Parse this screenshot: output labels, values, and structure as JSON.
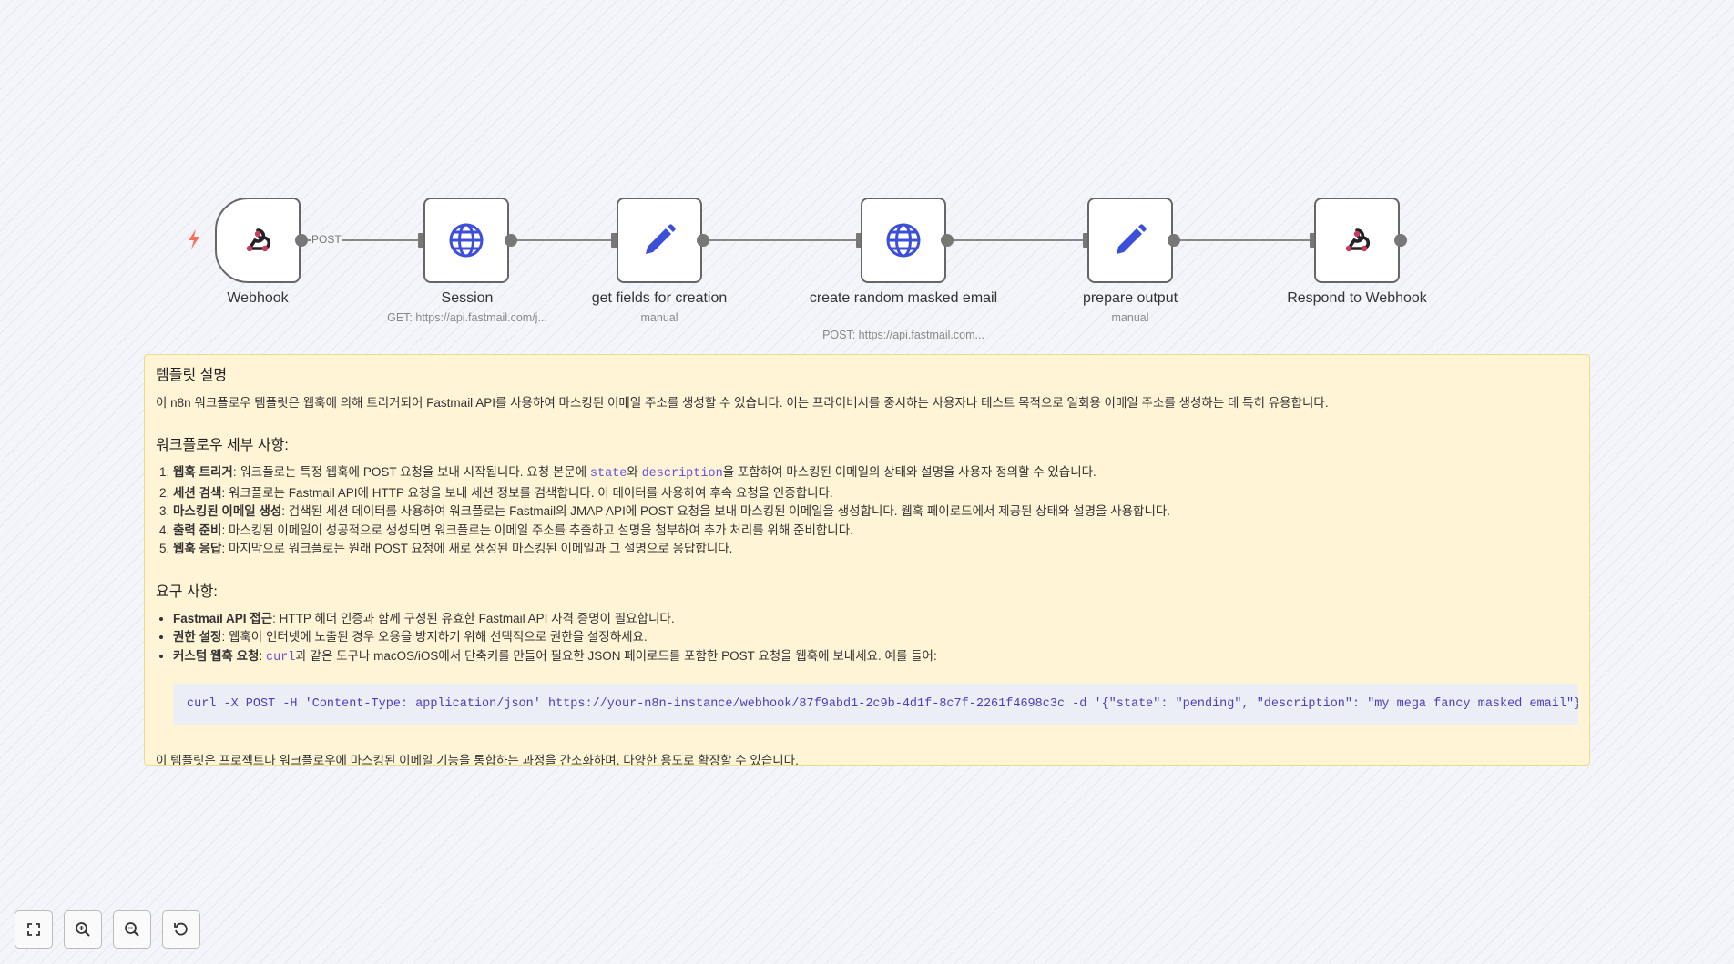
{
  "workflow": {
    "edge_label_post": "POST",
    "nodes": [
      {
        "title": "Webhook",
        "subtitle": "",
        "icon": "webhook-icon"
      },
      {
        "title": "Session",
        "subtitle": "GET: https://api.fastmail.com/j...",
        "icon": "globe-icon"
      },
      {
        "title": "get fields for creation",
        "subtitle": "manual",
        "icon": "pencil-icon"
      },
      {
        "title": "create random masked email",
        "subtitle": "POST: https://api.fastmail.com...",
        "icon": "globe-icon"
      },
      {
        "title": "prepare output",
        "subtitle": "manual",
        "icon": "pencil-icon"
      },
      {
        "title": "Respond to Webhook",
        "subtitle": "",
        "icon": "webhook-icon"
      }
    ]
  },
  "sticky": {
    "title": "템플릿 설명",
    "intro": "이 n8n 워크플로우 템플릿은 웹훅에 의해 트리거되어 Fastmail API를 사용하여 마스킹된 이메일 주소를 생성할 수 있습니다. 이는 프라이버시를 중시하는 사용자나 테스트 목적으로 일회용 이메일 주소를 생성하는 데 특히 유용합니다.",
    "details_heading": "워크플로우 세부 사항:",
    "steps": [
      {
        "bold": "웹훅 트리거",
        "text_a": ": 워크플로는 특정 웹훅에 POST 요청을 보내 시작됩니다. 요청 본문에 ",
        "code1": "state",
        "text_b": "와 ",
        "code2": "description",
        "text_c": "을 포함하여 마스킹된 이메일의 상태와 설명을 사용자 정의할 수 있습니다."
      },
      {
        "bold": "세션 검색",
        "text": ": 워크플로는 Fastmail API에 HTTP 요청을 보내 세션 정보를 검색합니다. 이 데이터를 사용하여 후속 요청을 인증합니다."
      },
      {
        "bold": "마스킹된 이메일 생성",
        "text": ": 검색된 세션 데이터를 사용하여 워크플로는 Fastmail의 JMAP API에 POST 요청을 보내 마스킹된 이메일을 생성합니다. 웹훅 페이로드에서 제공된 상태와 설명을 사용합니다."
      },
      {
        "bold": "출력 준비",
        "text": ": 마스킹된 이메일이 성공적으로 생성되면 워크플로는 이메일 주소를 추출하고 설명을 첨부하여 추가 처리를 위해 준비합니다."
      },
      {
        "bold": "웹훅 응답",
        "text": ": 마지막으로 워크플로는 원래 POST 요청에 새로 생성된 마스킹된 이메일과 그 설명으로 응답합니다."
      }
    ],
    "req_heading": "요구 사항:",
    "requirements": [
      {
        "bold": "Fastmail API 접근",
        "text": ": HTTP 헤더 인증과 함께 구성된 유효한 Fastmail API 자격 증명이 필요합니다."
      },
      {
        "bold": "권한 설정",
        "text": ": 웹훅이 인터넷에 노출된 경우 오용을 방지하기 위해 선택적으로 권한을 설정하세요."
      },
      {
        "bold": "커스텀 웹훅 요청",
        "text_a": ": ",
        "code": "curl",
        "text_b": "과 같은 도구나 macOS/iOS에서 단축키를 만들어 필요한 JSON 페이로드를 포함한 POST 요청을 웹훅에 보내세요. 예를 들어:"
      }
    ],
    "code_block": "curl -X POST -H 'Content-Type: application/json' https://your-n8n-instance/webhook/87f9abd1-2c9b-4d1f-8c7f-2261f4698c3c -d '{\"state\": \"pending\", \"description\": \"my mega fancy masked email\"}'",
    "footer": "이 템플릿은 프로젝트나 워크플로우에 마스킹된 이메일 기능을 통합하는 과정을 간소화하며, 다양한 용도로 확장할 수 있습니다."
  },
  "controls": [
    "fullscreen-icon",
    "zoom-in-icon",
    "zoom-out-icon",
    "reset-zoom-icon"
  ]
}
